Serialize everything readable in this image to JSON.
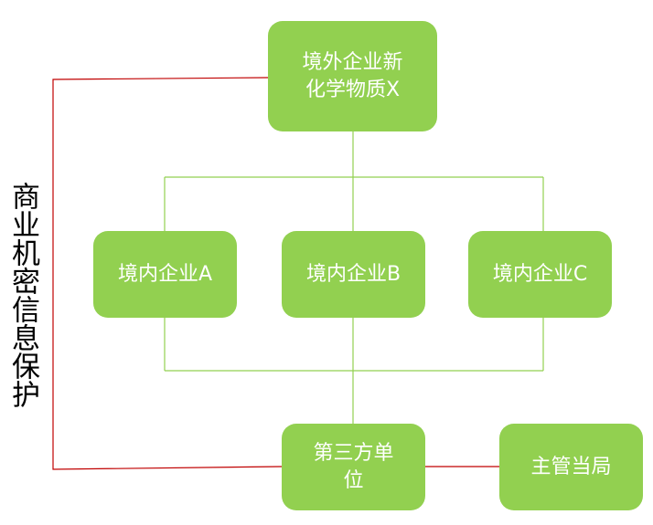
{
  "diagram": {
    "colors": {
      "box_fill": "#92d050",
      "box_text": "#ffffff",
      "connector": "#92d050",
      "confidential_line": "#c00000",
      "side_label": "#000000"
    },
    "nodes": {
      "foreign_enterprise": {
        "line1": "境外企业新",
        "line2": "化学物质X"
      },
      "domestic_a": {
        "label": "境内企业A"
      },
      "domestic_b": {
        "label": "境内企业B"
      },
      "domestic_c": {
        "label": "境内企业C"
      },
      "third_party": {
        "line1": "第三方单",
        "line2": "位"
      },
      "authority": {
        "label": "主管当局"
      }
    },
    "side_label": "商业机密信息保护"
  }
}
